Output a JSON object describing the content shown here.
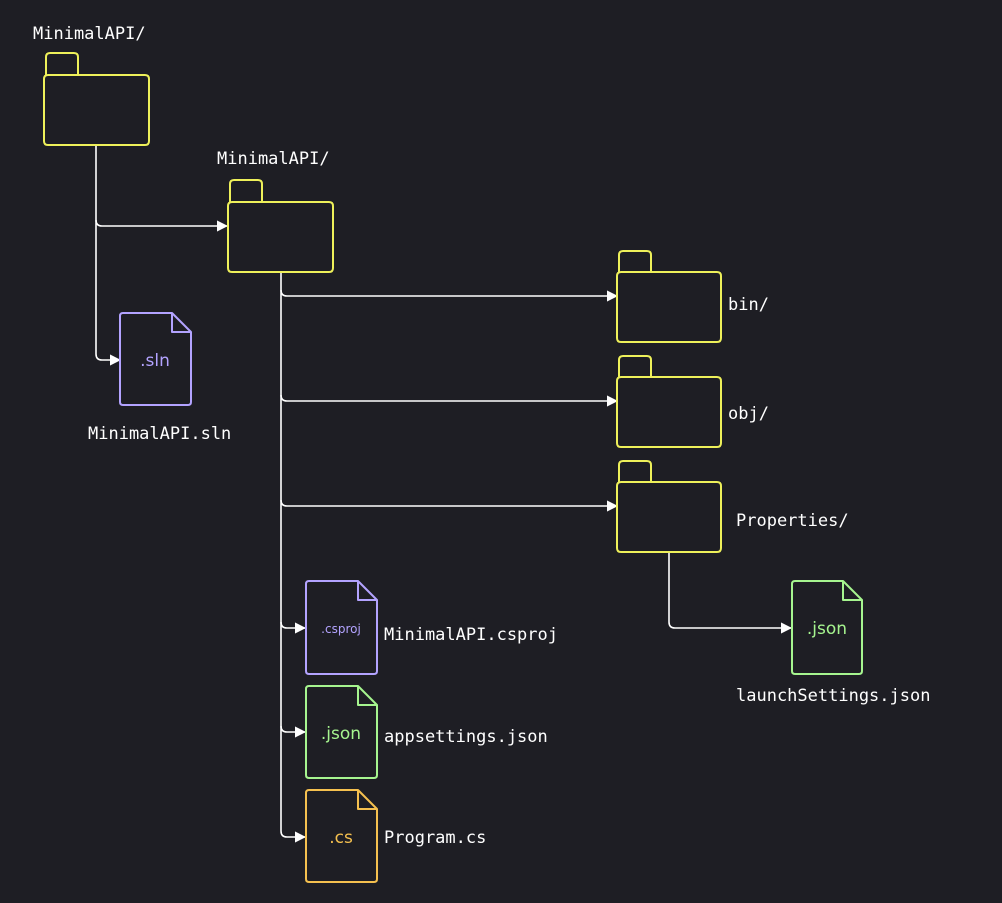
{
  "colors": {
    "background": "#1e1e24",
    "folder": "#eef05a",
    "sln": "#b3a3ff",
    "csproj": "#b3a3ff",
    "json": "#a6f58f",
    "cs": "#f5c04f",
    "connector": "#ffffff",
    "text": "#ffffff"
  },
  "nodes": {
    "root_folder": {
      "label": "MinimalAPI/",
      "icon": "folder-icon"
    },
    "project_folder": {
      "label": "MinimalAPI/",
      "icon": "folder-icon"
    },
    "bin_folder": {
      "label": "bin/",
      "icon": "folder-icon"
    },
    "obj_folder": {
      "label": "obj/",
      "icon": "folder-icon"
    },
    "properties_folder": {
      "label": "Properties/",
      "icon": "folder-icon"
    },
    "sln_file": {
      "label": "MinimalAPI.sln",
      "ext": ".sln",
      "icon": "file-icon"
    },
    "csproj_file": {
      "label": "MinimalAPI.csproj",
      "ext": ".csproj",
      "icon": "file-icon"
    },
    "appsettings_file": {
      "label": "appsettings.json",
      "ext": ".json",
      "icon": "file-icon"
    },
    "program_file": {
      "label": "Program.cs",
      "ext": ".cs",
      "icon": "file-icon"
    },
    "launchsettings_file": {
      "label": "launchSettings.json",
      "ext": ".json",
      "icon": "file-icon"
    }
  },
  "edges": [
    {
      "from": "root_folder",
      "to": "project_folder"
    },
    {
      "from": "root_folder",
      "to": "sln_file"
    },
    {
      "from": "project_folder",
      "to": "bin_folder"
    },
    {
      "from": "project_folder",
      "to": "obj_folder"
    },
    {
      "from": "project_folder",
      "to": "properties_folder"
    },
    {
      "from": "project_folder",
      "to": "csproj_file"
    },
    {
      "from": "project_folder",
      "to": "appsettings_file"
    },
    {
      "from": "project_folder",
      "to": "program_file"
    },
    {
      "from": "properties_folder",
      "to": "launchsettings_file"
    }
  ]
}
